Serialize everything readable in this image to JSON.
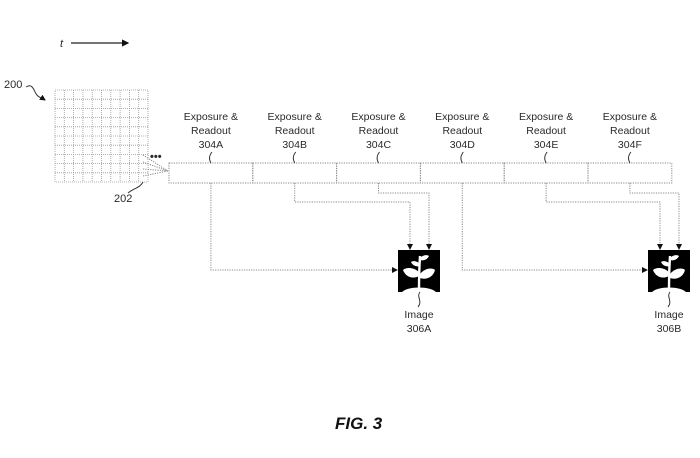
{
  "time_axis": {
    "label": "t"
  },
  "sensor": {
    "ref": "200",
    "grid_cols": 10,
    "grid_rows": 10,
    "row_ref": "202",
    "ellipsis": "•••"
  },
  "segments": [
    {
      "line1": "Exposure &",
      "line2": "Readout",
      "ref": "304A"
    },
    {
      "line1": "Exposure &",
      "line2": "Readout",
      "ref": "304B"
    },
    {
      "line1": "Exposure &",
      "line2": "Readout",
      "ref": "304C"
    },
    {
      "line1": "Exposure &",
      "line2": "Readout",
      "ref": "304D"
    },
    {
      "line1": "Exposure &",
      "line2": "Readout",
      "ref": "304E"
    },
    {
      "line1": "Exposure &",
      "line2": "Readout",
      "ref": "304F"
    }
  ],
  "images": [
    {
      "label": "Image",
      "ref": "306A",
      "icon": "plant-image-icon",
      "sources": [
        "304A",
        "304B",
        "304C"
      ]
    },
    {
      "label": "Image",
      "ref": "306B",
      "icon": "plant-image-icon",
      "sources": [
        "304D",
        "304E",
        "304F"
      ]
    }
  ],
  "figure_label": "FIG. 3"
}
